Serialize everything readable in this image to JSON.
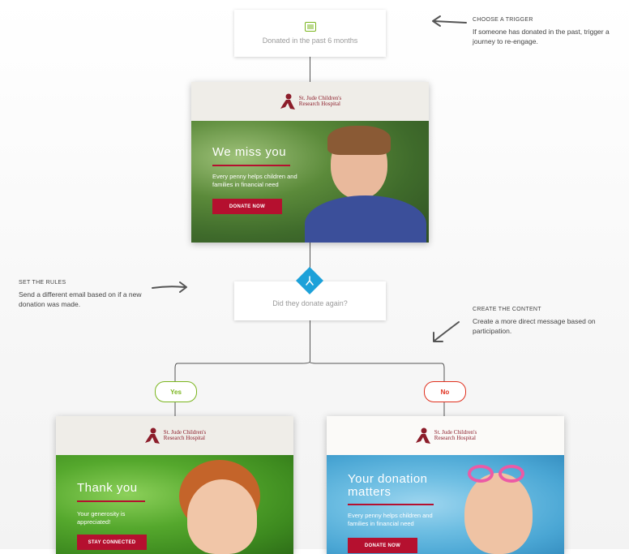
{
  "trigger": {
    "label": "Donated in the past 6 months",
    "icon": "list-icon"
  },
  "annotations": {
    "trigger": {
      "title": "CHOOSE A TRIGGER",
      "text": "If someone has donated in the past, trigger a journey to re-engage."
    },
    "rules": {
      "title": "SET THE RULES",
      "text": "Send a different email based on if a new donation was made."
    },
    "content": {
      "title": "CREATE THE CONTENT",
      "text": "Create a more direct message based on participation."
    }
  },
  "logo": {
    "line1": "St. Jude Children's",
    "line2": "Research Hospital"
  },
  "email_main": {
    "headline": "We miss you",
    "subtext": "Every penny helps children and families in financial need",
    "cta": "DONATE NOW"
  },
  "decision": {
    "label": "Did they donate again?",
    "icon": "split-icon"
  },
  "branches": {
    "yes": "Yes",
    "no": "No"
  },
  "email_yes": {
    "headline": "Thank you",
    "subtext": "Your generosity is appreciated!",
    "cta": "STAY CONNECTED"
  },
  "email_no": {
    "headline": "Your donation matters",
    "subtext": "Every penny helps children and families in financial need",
    "cta": "DONATE NOW"
  },
  "colors": {
    "yes": "#7ab51d",
    "no": "#e0301e",
    "decision": "#1da1d9",
    "brand": "#b5102f"
  }
}
